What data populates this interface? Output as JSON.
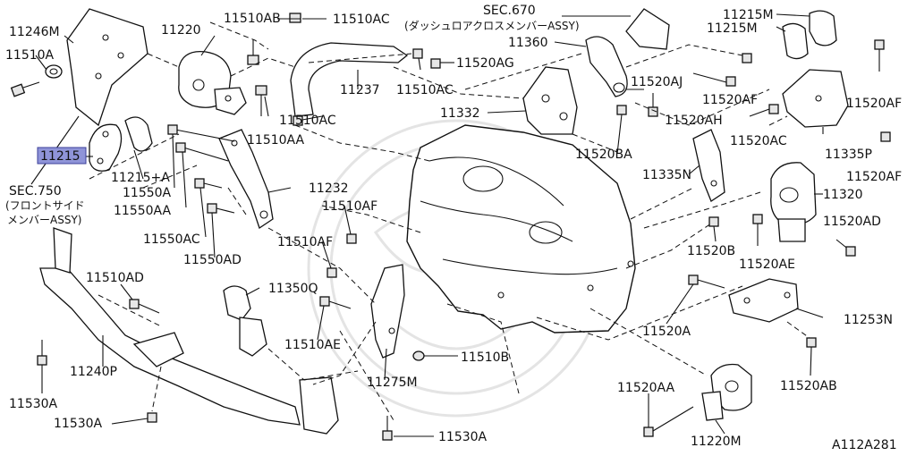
{
  "labels": {
    "l_11246M": "11246M",
    "l_11510A": "11510A",
    "l_11220": "11220",
    "l_11510AB": "11510AB",
    "l_11510AC_top": "11510AC",
    "l_sec670": "SEC.670",
    "l_sec670_jp": "(ダッシュロアクロスメンバーASSY)",
    "l_11215M_1": "11215M",
    "l_11215M_2": "11215M",
    "l_11237": "11237",
    "l_11510AC_mid": "11510AC",
    "l_11520AG": "11520AG",
    "l_11360": "11360",
    "l_11520AJ": "11520AJ",
    "l_11520AF_1": "11520AF",
    "l_11520AF_2": "11520AF",
    "l_11520AH": "11520AH",
    "l_11520AC": "11520AC",
    "l_11335P": "11335P",
    "l_11520AF_3": "11520AF",
    "l_11332": "11332",
    "l_11510AC_low": "11510AC",
    "l_11510AA": "11510AA",
    "l_11215": "11215",
    "l_11215A": "11215+A",
    "l_11550A": "11550A",
    "l_11550AA": "11550AA",
    "l_sec750": "SEC.750",
    "l_sec750_jp1": "(フロントサイド",
    "l_sec750_jp2": "メンバーASSY)",
    "l_11232": "11232",
    "l_11520BA": "11520BA",
    "l_11335N": "11335N",
    "l_11320": "11320",
    "l_11520AD": "11520AD",
    "l_11510AF_1": "11510AF",
    "l_11510AF_2": "11510AF",
    "l_11550AC": "11550AC",
    "l_11550AD": "11550AD",
    "l_11520B": "11520B",
    "l_11520AE": "11520AE",
    "l_11510AD": "11510AD",
    "l_11350Q": "11350Q",
    "l_11510AE": "11510AE",
    "l_11520A": "11520A",
    "l_11253N": "11253N",
    "l_11240P": "11240P",
    "l_11510B": "11510B",
    "l_11530A_1": "11530A",
    "l_11275M": "11275M",
    "l_11520AA": "11520AA",
    "l_11520AB": "11520AB",
    "l_11530A_2": "11530A",
    "l_11530A_3": "11530A",
    "l_11220M": "11220M",
    "l_ref": "A112A281"
  },
  "highlight": {
    "part_number": "11215",
    "color": "#8f94d8"
  }
}
